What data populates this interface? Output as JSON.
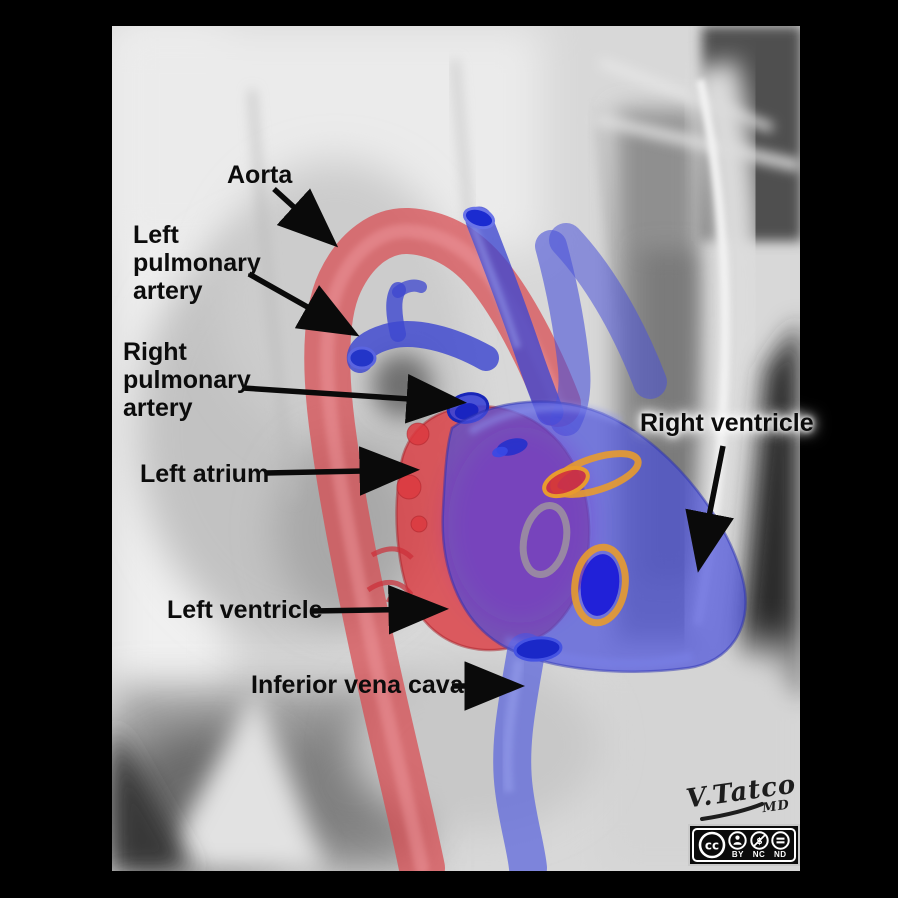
{
  "annotations": [
    {
      "id": "aorta",
      "lines": [
        "Aorta"
      ]
    },
    {
      "id": "left-pulmonary-artery",
      "lines": [
        "Left",
        "pulmonary",
        "artery"
      ]
    },
    {
      "id": "right-pulmonary-artery",
      "lines": [
        "Right",
        "pulmonary",
        "artery"
      ]
    },
    {
      "id": "left-atrium",
      "lines": [
        "Left atrium"
      ]
    },
    {
      "id": "right-ventricle",
      "lines": [
        "Right ventricle"
      ]
    },
    {
      "id": "left-ventricle",
      "lines": [
        "Left ventricle"
      ]
    },
    {
      "id": "inferior-vena-cava",
      "lines": [
        "Inferior vena cava"
      ]
    }
  ],
  "signature": {
    "name": "V.Tatco",
    "suffix": "MD"
  },
  "license": {
    "logo": "CC",
    "terms": [
      "BY",
      "NC",
      "ND"
    ]
  },
  "colors": {
    "artery_red": "#d84a4f",
    "vein_blue": "#4a52d8",
    "ring_orange": "#e89b2e",
    "label_text": "#0c0c0c",
    "frame_black": "#000000"
  }
}
